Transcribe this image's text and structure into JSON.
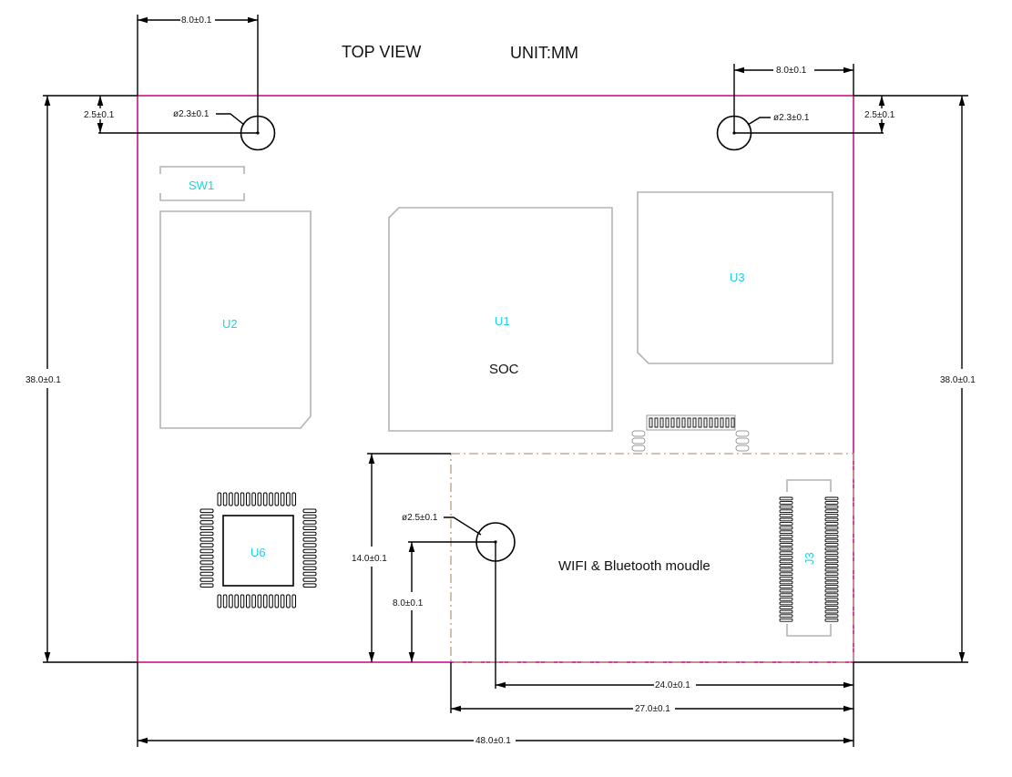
{
  "header": {
    "title": "TOP VIEW",
    "unit": "UNIT:MM"
  },
  "colors": {
    "board_outline": "#c8138c",
    "component_outline": "#b3b3b3",
    "reference_text": "#19d3e6",
    "module_outline": "#b59e7c",
    "dimension_line": "#000000"
  },
  "components": {
    "sw1": "SW1",
    "u1": "U1",
    "soc": "SOC",
    "u2": "U2",
    "u3": "U3",
    "u6": "U6",
    "j3": "J3",
    "module": "WIFI & Bluetooth moudle"
  },
  "dimensions": {
    "top_left_offset": "8.0±0.1",
    "top_right_offset": "8.0±0.1",
    "left_vertical_offset": "2.5±0.1",
    "right_vertical_offset": "2.5±0.1",
    "hole_dia_left": "ø2.3±0.1",
    "hole_dia_right": "ø2.3±0.1",
    "height_left": "38.0±0.1",
    "height_right": "38.0±0.1",
    "module_hole_dia": "ø2.5±0.1",
    "module_height": "14.0±0.1",
    "module_hole_y": "8.0±0.1",
    "module_hole_x": "24.0±0.1",
    "module_width": "27.0±0.1",
    "board_width": "48.0±0.1"
  }
}
